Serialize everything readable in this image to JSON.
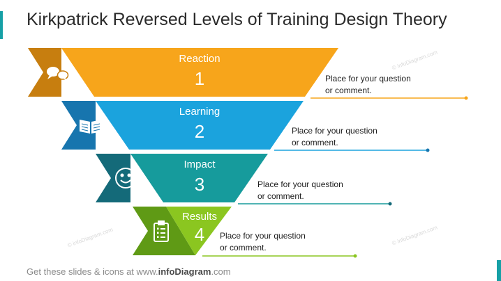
{
  "title": "Kirkpatrick Reversed Levels of Training Design Theory",
  "levels": [
    {
      "name": "Reaction",
      "number": "1",
      "icon": "speech-bubbles-icon",
      "color": "#F7A51B",
      "tab_color": "#C77E0F",
      "comment_l1": "Place for your question",
      "comment_l2": "or comment."
    },
    {
      "name": "Learning",
      "number": "2",
      "icon": "open-book-icon",
      "color": "#1BA3DD",
      "tab_color": "#1775AE",
      "comment_l1": "Place for your question",
      "comment_l2": "or comment."
    },
    {
      "name": "Impact",
      "number": "3",
      "icon": "smiley-face-icon",
      "color": "#169B9C",
      "tab_color": "#146A79",
      "comment_l1": "Place for your question",
      "comment_l2": "or comment."
    },
    {
      "name": "Results",
      "number": "4",
      "icon": "clipboard-checklist-icon",
      "color": "#8BC620",
      "tab_color": "#5F9A15",
      "comment_l1": "Place for your question",
      "comment_l2": "or comment."
    }
  ],
  "footer": {
    "prefix": "Get these slides & icons at www.",
    "brand": "infoDiagram",
    "suffix": ".com"
  },
  "watermark": "© infoDiagram.com"
}
